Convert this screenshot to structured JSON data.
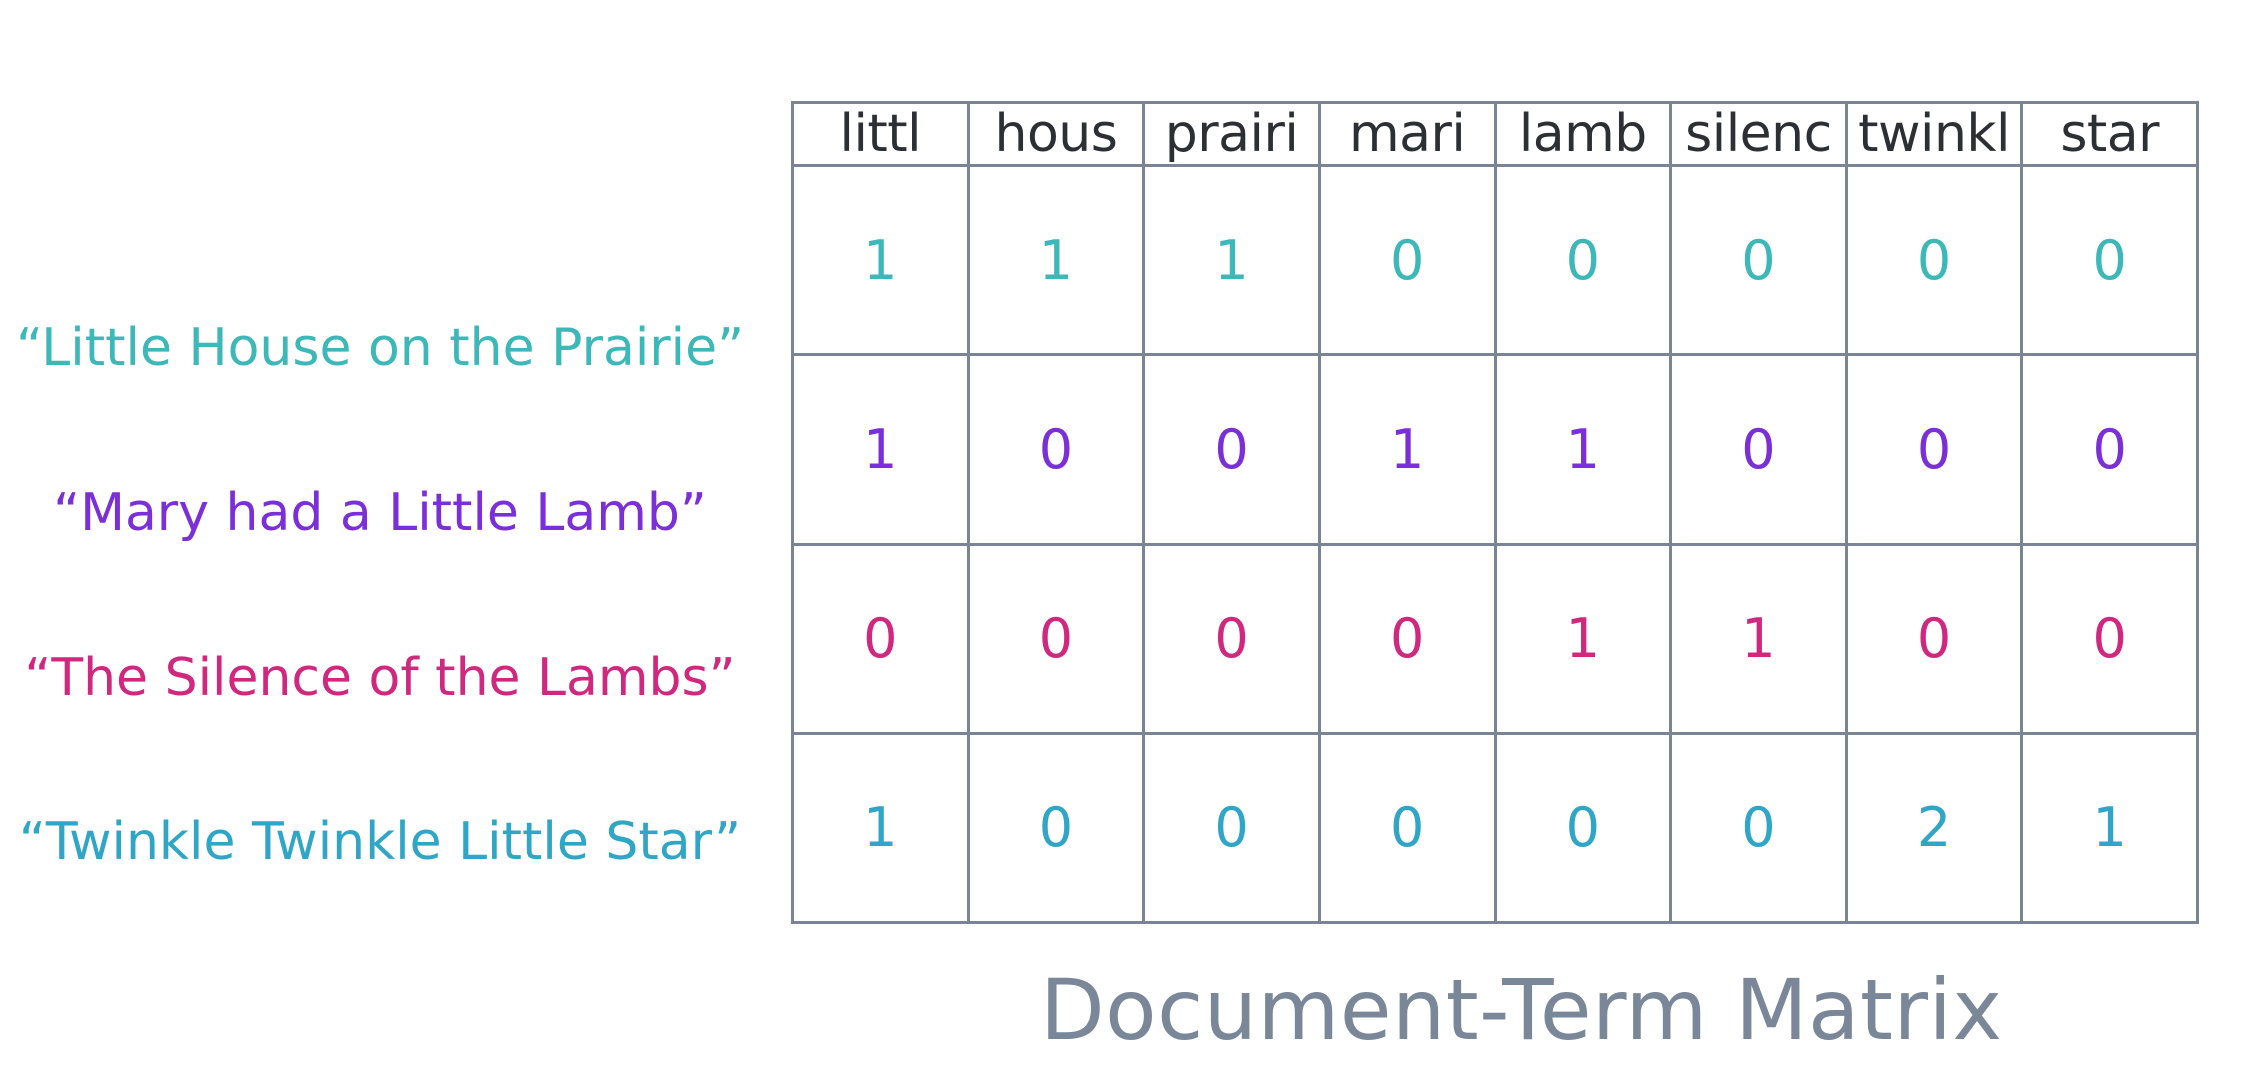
{
  "caption": "Document-Term Matrix",
  "terms": [
    "littl",
    "hous",
    "prairi",
    "mari",
    "lamb",
    "silenc",
    "twinkl",
    "star"
  ],
  "documents": [
    {
      "label": "“Little House on the Prairie”",
      "color": "#3cb8b8",
      "counts": [
        "1",
        "1",
        "1",
        "0",
        "0",
        "0",
        "0",
        "0"
      ]
    },
    {
      "label": "“Mary had a Little Lamb”",
      "color": "#7a2fd8",
      "counts": [
        "1",
        "0",
        "0",
        "1",
        "1",
        "0",
        "0",
        "0"
      ]
    },
    {
      "label": "“The Silence of the Lambs”",
      "color": "#d0287e",
      "counts": [
        "0",
        "0",
        "0",
        "0",
        "1",
        "1",
        "0",
        "0"
      ]
    },
    {
      "label": "“Twinkle Twinkle Little Star”",
      "color": "#30a6c6",
      "counts": [
        "1",
        "0",
        "0",
        "0",
        "0",
        "0",
        "2",
        "1"
      ]
    }
  ]
}
